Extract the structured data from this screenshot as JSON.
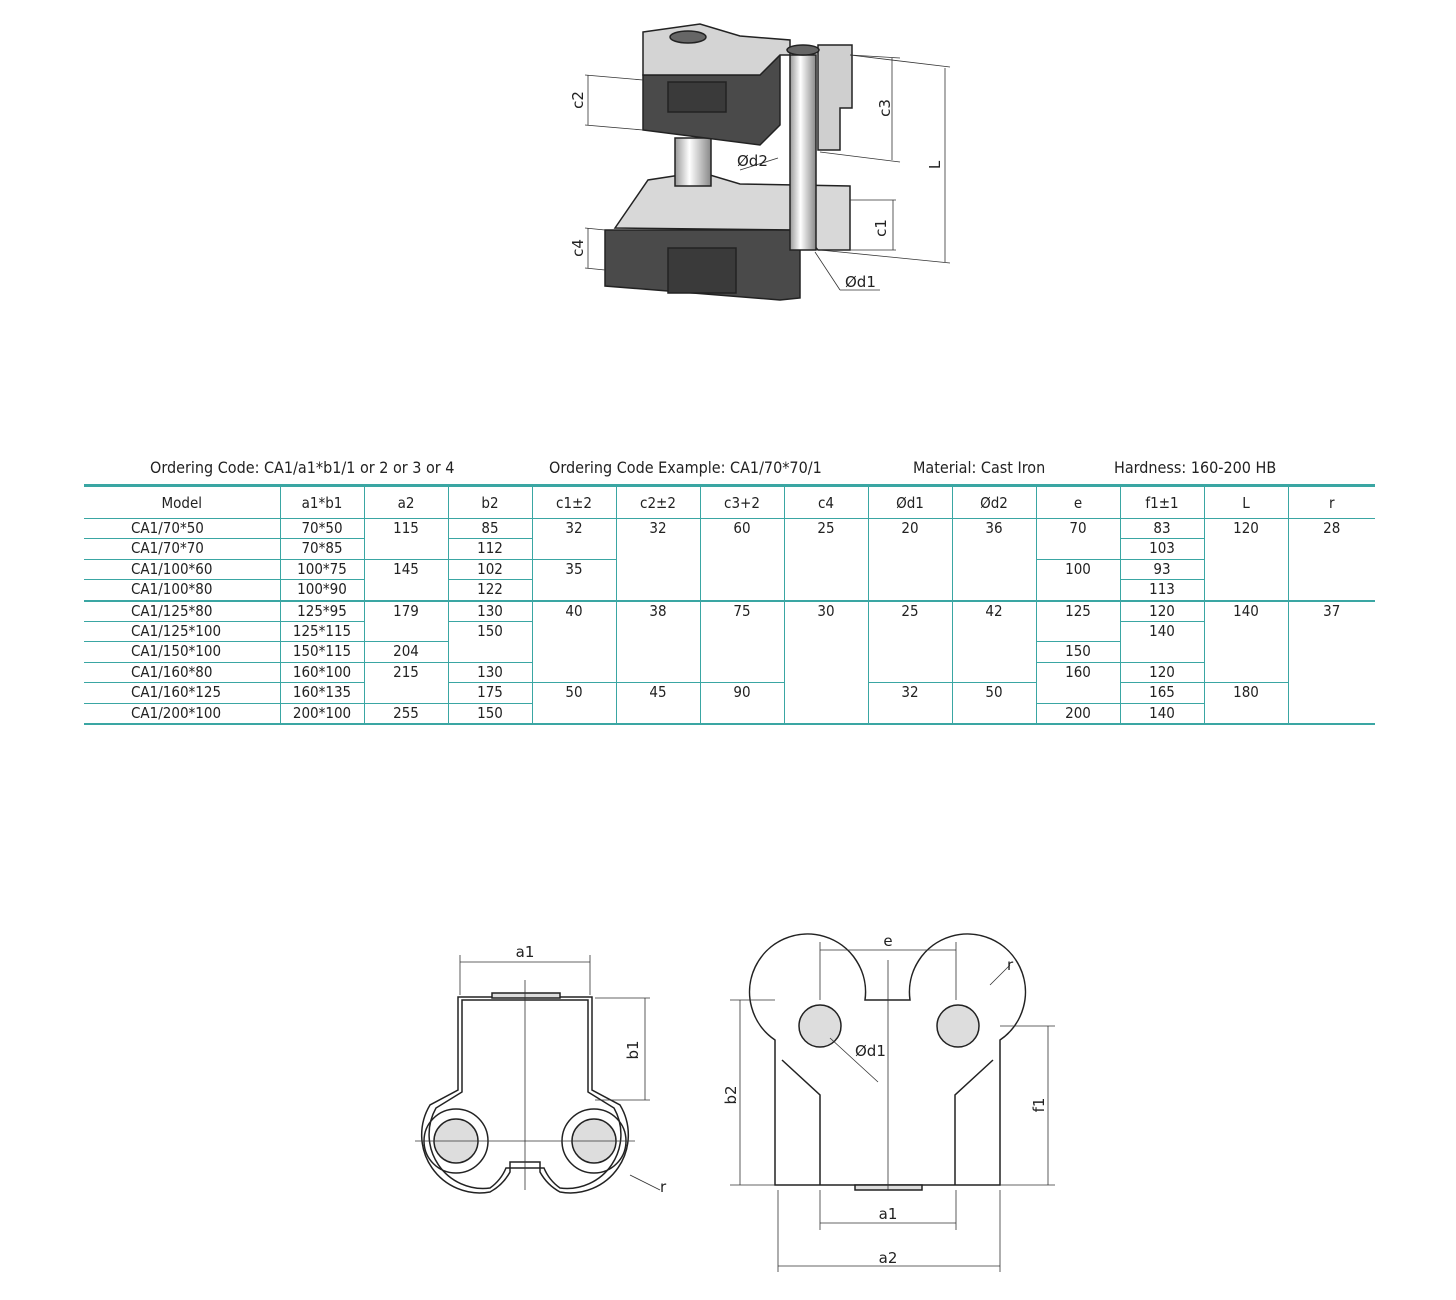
{
  "header": {
    "ordering_code": "Ordering Code: CA1/a1*b1/1 or 2 or 3 or 4",
    "ordering_example": "Ordering Code Example: CA1/70*70/1",
    "material": "Material: Cast Iron",
    "hardness": "Hardness: 160-200 HB"
  },
  "table": {
    "columns": [
      "Model",
      "a1*b1",
      "a2",
      "b2",
      "c1±2",
      "c2±2",
      "c3+2",
      "c4",
      "Ød1",
      "Ød2",
      "e",
      "f1±1",
      "L",
      "r"
    ],
    "rows": [
      [
        {
          "v": "CA1/70*50",
          "s": 1
        },
        {
          "v": "70*50",
          "s": 1
        },
        {
          "v": "115",
          "s": 2
        },
        {
          "v": "85",
          "s": 1
        },
        {
          "v": "32",
          "s": 2
        },
        {
          "v": "32",
          "s": 4
        },
        {
          "v": "60",
          "s": 4
        },
        {
          "v": "25",
          "s": 4
        },
        {
          "v": "20",
          "s": 4
        },
        {
          "v": "36",
          "s": 4
        },
        {
          "v": "70",
          "s": 2
        },
        {
          "v": "83",
          "s": 1
        },
        {
          "v": "120",
          "s": 4
        },
        {
          "v": "28",
          "s": 4
        }
      ],
      [
        {
          "v": "CA1/70*70",
          "s": 1
        },
        {
          "v": "70*85",
          "s": 1
        },
        null,
        {
          "v": "112",
          "s": 1
        },
        null,
        null,
        null,
        null,
        null,
        null,
        null,
        {
          "v": "103",
          "s": 1
        },
        null,
        null
      ],
      [
        {
          "v": "CA1/100*60",
          "s": 1
        },
        {
          "v": "100*75",
          "s": 1
        },
        {
          "v": "145",
          "s": 2
        },
        {
          "v": "102",
          "s": 1
        },
        {
          "v": "35",
          "s": 2
        },
        null,
        null,
        null,
        null,
        null,
        {
          "v": "100",
          "s": 2
        },
        {
          "v": "93",
          "s": 1
        },
        null,
        null
      ],
      [
        {
          "v": "CA1/100*80",
          "s": 1
        },
        {
          "v": "100*90",
          "s": 1
        },
        null,
        {
          "v": "122",
          "s": 1
        },
        null,
        null,
        null,
        null,
        null,
        null,
        null,
        {
          "v": "113",
          "s": 1
        },
        null,
        null
      ],
      [
        {
          "v": "CA1/125*80",
          "s": 1
        },
        {
          "v": "125*95",
          "s": 1
        },
        {
          "v": "179",
          "s": 2
        },
        {
          "v": "130",
          "s": 1
        },
        {
          "v": "40",
          "s": 4
        },
        {
          "v": "38",
          "s": 4
        },
        {
          "v": "75",
          "s": 4
        },
        {
          "v": "30",
          "s": 6
        },
        {
          "v": "25",
          "s": 4
        },
        {
          "v": "42",
          "s": 4
        },
        {
          "v": "125",
          "s": 2
        },
        {
          "v": "120",
          "s": 1
        },
        {
          "v": "140",
          "s": 4
        },
        {
          "v": "37",
          "s": 6
        }
      ],
      [
        {
          "v": "CA1/125*100",
          "s": 1
        },
        {
          "v": "125*115",
          "s": 1
        },
        null,
        {
          "v": "150",
          "s": 2
        },
        null,
        null,
        null,
        null,
        null,
        null,
        null,
        {
          "v": "140",
          "s": 2
        },
        null,
        null
      ],
      [
        {
          "v": "CA1/150*100",
          "s": 1
        },
        {
          "v": "150*115",
          "s": 1
        },
        {
          "v": "204",
          "s": 1
        },
        null,
        null,
        null,
        null,
        null,
        null,
        null,
        {
          "v": "150",
          "s": 1
        },
        null,
        null,
        null
      ],
      [
        {
          "v": "CA1/160*80",
          "s": 1
        },
        {
          "v": "160*100",
          "s": 1
        },
        {
          "v": "215",
          "s": 2
        },
        {
          "v": "130",
          "s": 1
        },
        null,
        null,
        null,
        null,
        null,
        null,
        {
          "v": "160",
          "s": 2
        },
        {
          "v": "120",
          "s": 1
        },
        null,
        null
      ],
      [
        {
          "v": "CA1/160*125",
          "s": 1
        },
        {
          "v": "160*135",
          "s": 1
        },
        null,
        {
          "v": "175",
          "s": 1
        },
        {
          "v": "50",
          "s": 2
        },
        {
          "v": "45",
          "s": 2
        },
        {
          "v": "90",
          "s": 2
        },
        null,
        {
          "v": "32",
          "s": 2
        },
        {
          "v": "50",
          "s": 2
        },
        null,
        {
          "v": "165",
          "s": 1
        },
        {
          "v": "180",
          "s": 2
        },
        null
      ],
      [
        {
          "v": "CA1/200*100",
          "s": 1
        },
        {
          "v": "200*100",
          "s": 1
        },
        {
          "v": "255",
          "s": 1
        },
        {
          "v": "150",
          "s": 1
        },
        null,
        null,
        null,
        null,
        null,
        null,
        {
          "v": "200",
          "s": 1
        },
        {
          "v": "140",
          "s": 1
        },
        null,
        null
      ]
    ]
  },
  "iso_drawing": {
    "c2": "c2",
    "c3": "c3",
    "L": "L",
    "d2": "Ød2",
    "c1": "c1",
    "c4": "c4",
    "d1": "Ød1"
  },
  "side_view": {
    "a1": "a1",
    "b1": "b1",
    "r": "r"
  },
  "top_view": {
    "e": "e",
    "r": "r",
    "d1": "Ød1",
    "b2": "b2",
    "f1": "f1",
    "a1": "a1",
    "a2": "a2"
  },
  "colors": {
    "accent": "#3aa6a3",
    "dark_face": "#4a4a4a",
    "light_face": "#d4d4d4"
  }
}
